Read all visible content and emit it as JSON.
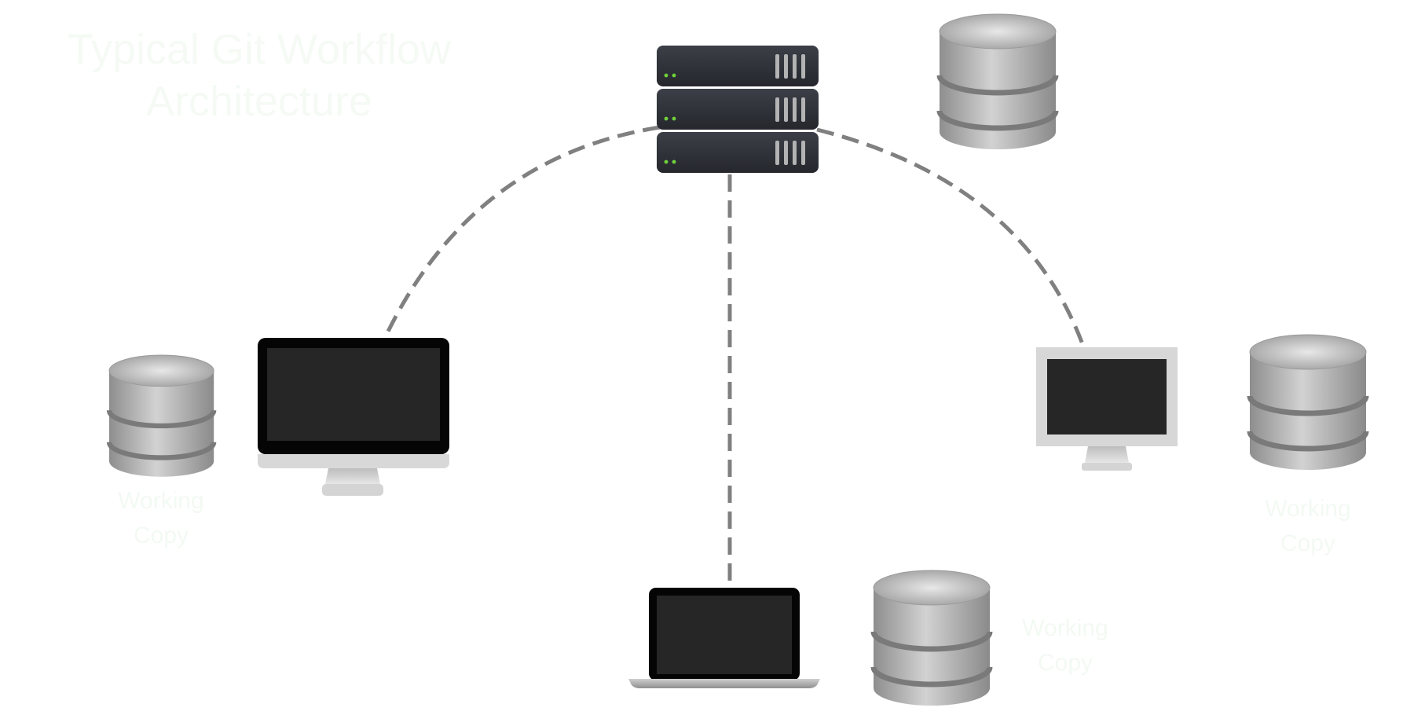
{
  "title": "Typical Git Workflow Architecture",
  "nodes": {
    "server": {
      "icon": "server-rack-icon"
    },
    "repository": {
      "icon": "database-icon"
    },
    "desktop_left": {
      "icon": "desktop-monitor-icon",
      "repository_label_line1": "Working",
      "repository_label_line2": "Copy"
    },
    "laptop": {
      "icon": "laptop-icon",
      "repository_label_line1": "Working",
      "repository_label_line2": "Copy"
    },
    "desktop_right": {
      "icon": "monitor-icon",
      "repository_label_line1": "Working",
      "repository_label_line2": "Copy"
    }
  },
  "colors": {
    "connector": "#808080",
    "server_body": "#33363d",
    "server_led": "#6fd23a",
    "screen": "#262626",
    "bezel_dark": "#050505",
    "bezel_light": "#d7d7d7",
    "database": "#a9a9a9"
  }
}
